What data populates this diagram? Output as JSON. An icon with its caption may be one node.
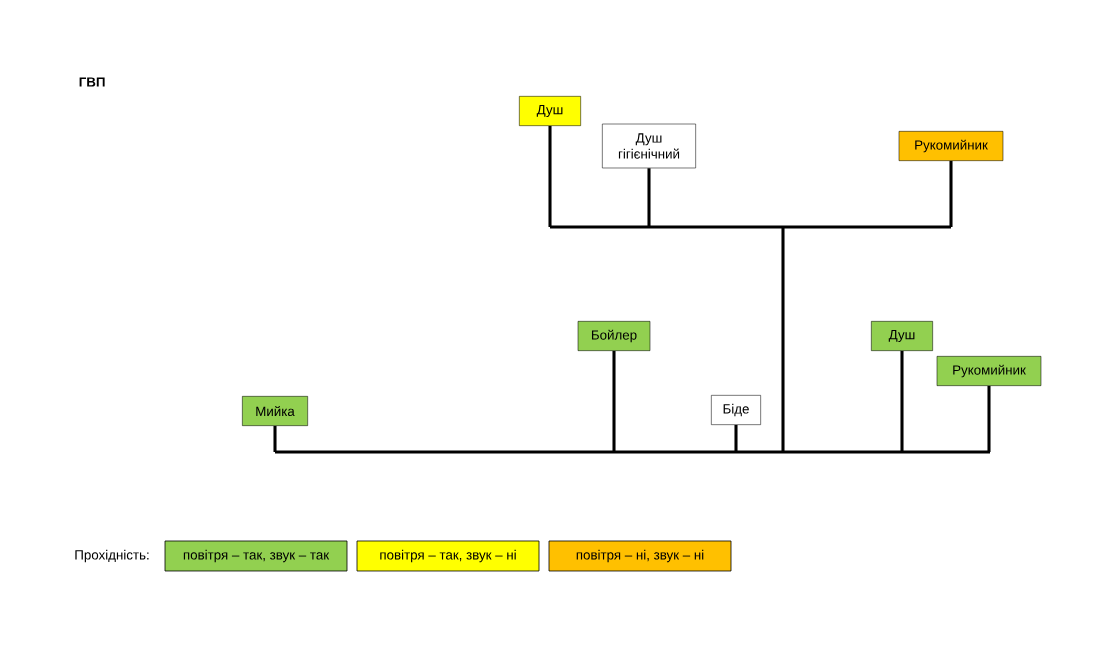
{
  "diagram": {
    "title": "ГВП",
    "nodes": [
      {
        "text": [
          "Душ"
        ]
      },
      {
        "text": [
          "Душ гігієнічний"
        ]
      },
      {
        "text": [
          "Рукомийник"
        ]
      },
      {
        "text": [
          "Бойлер"
        ]
      },
      {
        "text": [
          "Душ"
        ]
      },
      {
        "text": [
          "Рукомийник"
        ]
      },
      {
        "text": [
          "Мийка"
        ]
      },
      {
        "text": [
          "Біде"
        ]
      }
    ],
    "edges": [
      {
        "from": 0,
        "to": null,
        "arrow": "none"
      },
      {
        "from": 1,
        "to": null,
        "arrow": "none"
      },
      {
        "from": 2,
        "to": null,
        "arrow": "none"
      },
      {
        "from": 3,
        "to": null,
        "arrow": "none"
      },
      {
        "from": 4,
        "to": null,
        "arrow": "none"
      },
      {
        "from": 5,
        "to": null,
        "arrow": "none"
      },
      {
        "from": 6,
        "to": null,
        "arrow": "none"
      },
      {
        "from": 7,
        "to": null,
        "arrow": "none"
      }
    ],
    "labels": [
      "Прохідність:"
    ],
    "legend": [
      {
        "text": "повітря – так,  звук – так",
        "color": "#92d050"
      },
      {
        "text": "повітря – так,  звук – ні",
        "color": "#ffff00"
      },
      {
        "text": "повітря – ні,  звук – ні",
        "color": "#ffc000"
      }
    ]
  }
}
